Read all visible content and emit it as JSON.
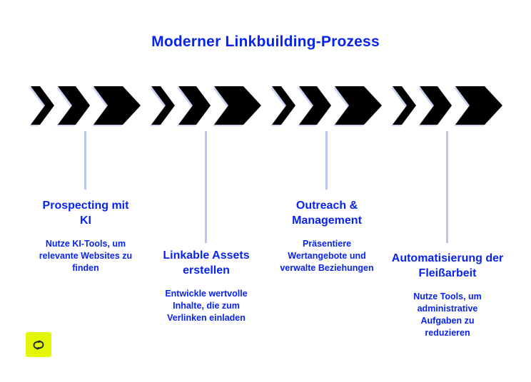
{
  "title": "Moderner Linkbuilding-Prozess",
  "colors": {
    "primary": "#0823f0",
    "connector": "#b9c4f2",
    "arrow_shadow": "#ccd4f6",
    "logo_bg": "#e3f607",
    "logo_glyph": "#23262e"
  },
  "icons": {
    "arrow": "chevron-arrows-icon",
    "logo": "interlocked-links-icon"
  },
  "steps": [
    {
      "heading_lines": [
        "Prospecting mit",
        "KI"
      ],
      "body_lines": [
        "Nutze KI-Tools, um",
        "relevante Websites zu",
        "finden"
      ]
    },
    {
      "heading_lines": [
        "Linkable Assets",
        "erstellen"
      ],
      "body_lines": [
        "Entwickle wertvolle",
        "Inhalte, die zum",
        "Verlinken einladen"
      ]
    },
    {
      "heading_lines": [
        "Outreach &",
        "Management"
      ],
      "body_lines": [
        "Präsentiere",
        "Wertangebote und",
        "verwalte Beziehungen"
      ]
    },
    {
      "heading_lines": [
        "Automatisierung der",
        "Fleißarbeit"
      ],
      "body_lines": [
        "Nutze Tools, um",
        "administrative",
        "Aufgaben zu",
        "reduzieren"
      ]
    }
  ]
}
